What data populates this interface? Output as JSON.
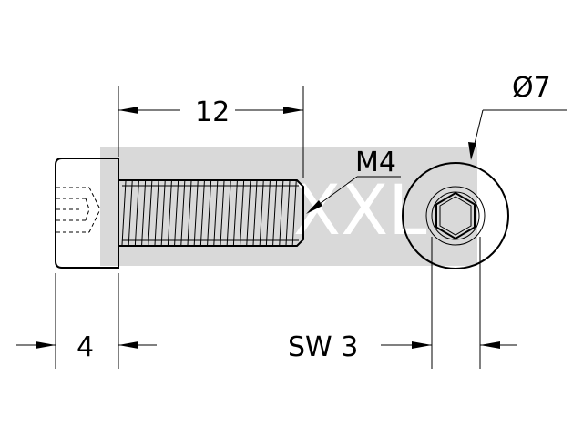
{
  "watermark": {
    "text": "XXL",
    "color": "#d9d9d9"
  },
  "dimensions": {
    "length": "12",
    "thread": "M4",
    "head_diameter": "Ø7",
    "head_height": "4",
    "socket_size": "SW 3"
  },
  "colors": {
    "line": "#000000",
    "background": "#ffffff"
  }
}
